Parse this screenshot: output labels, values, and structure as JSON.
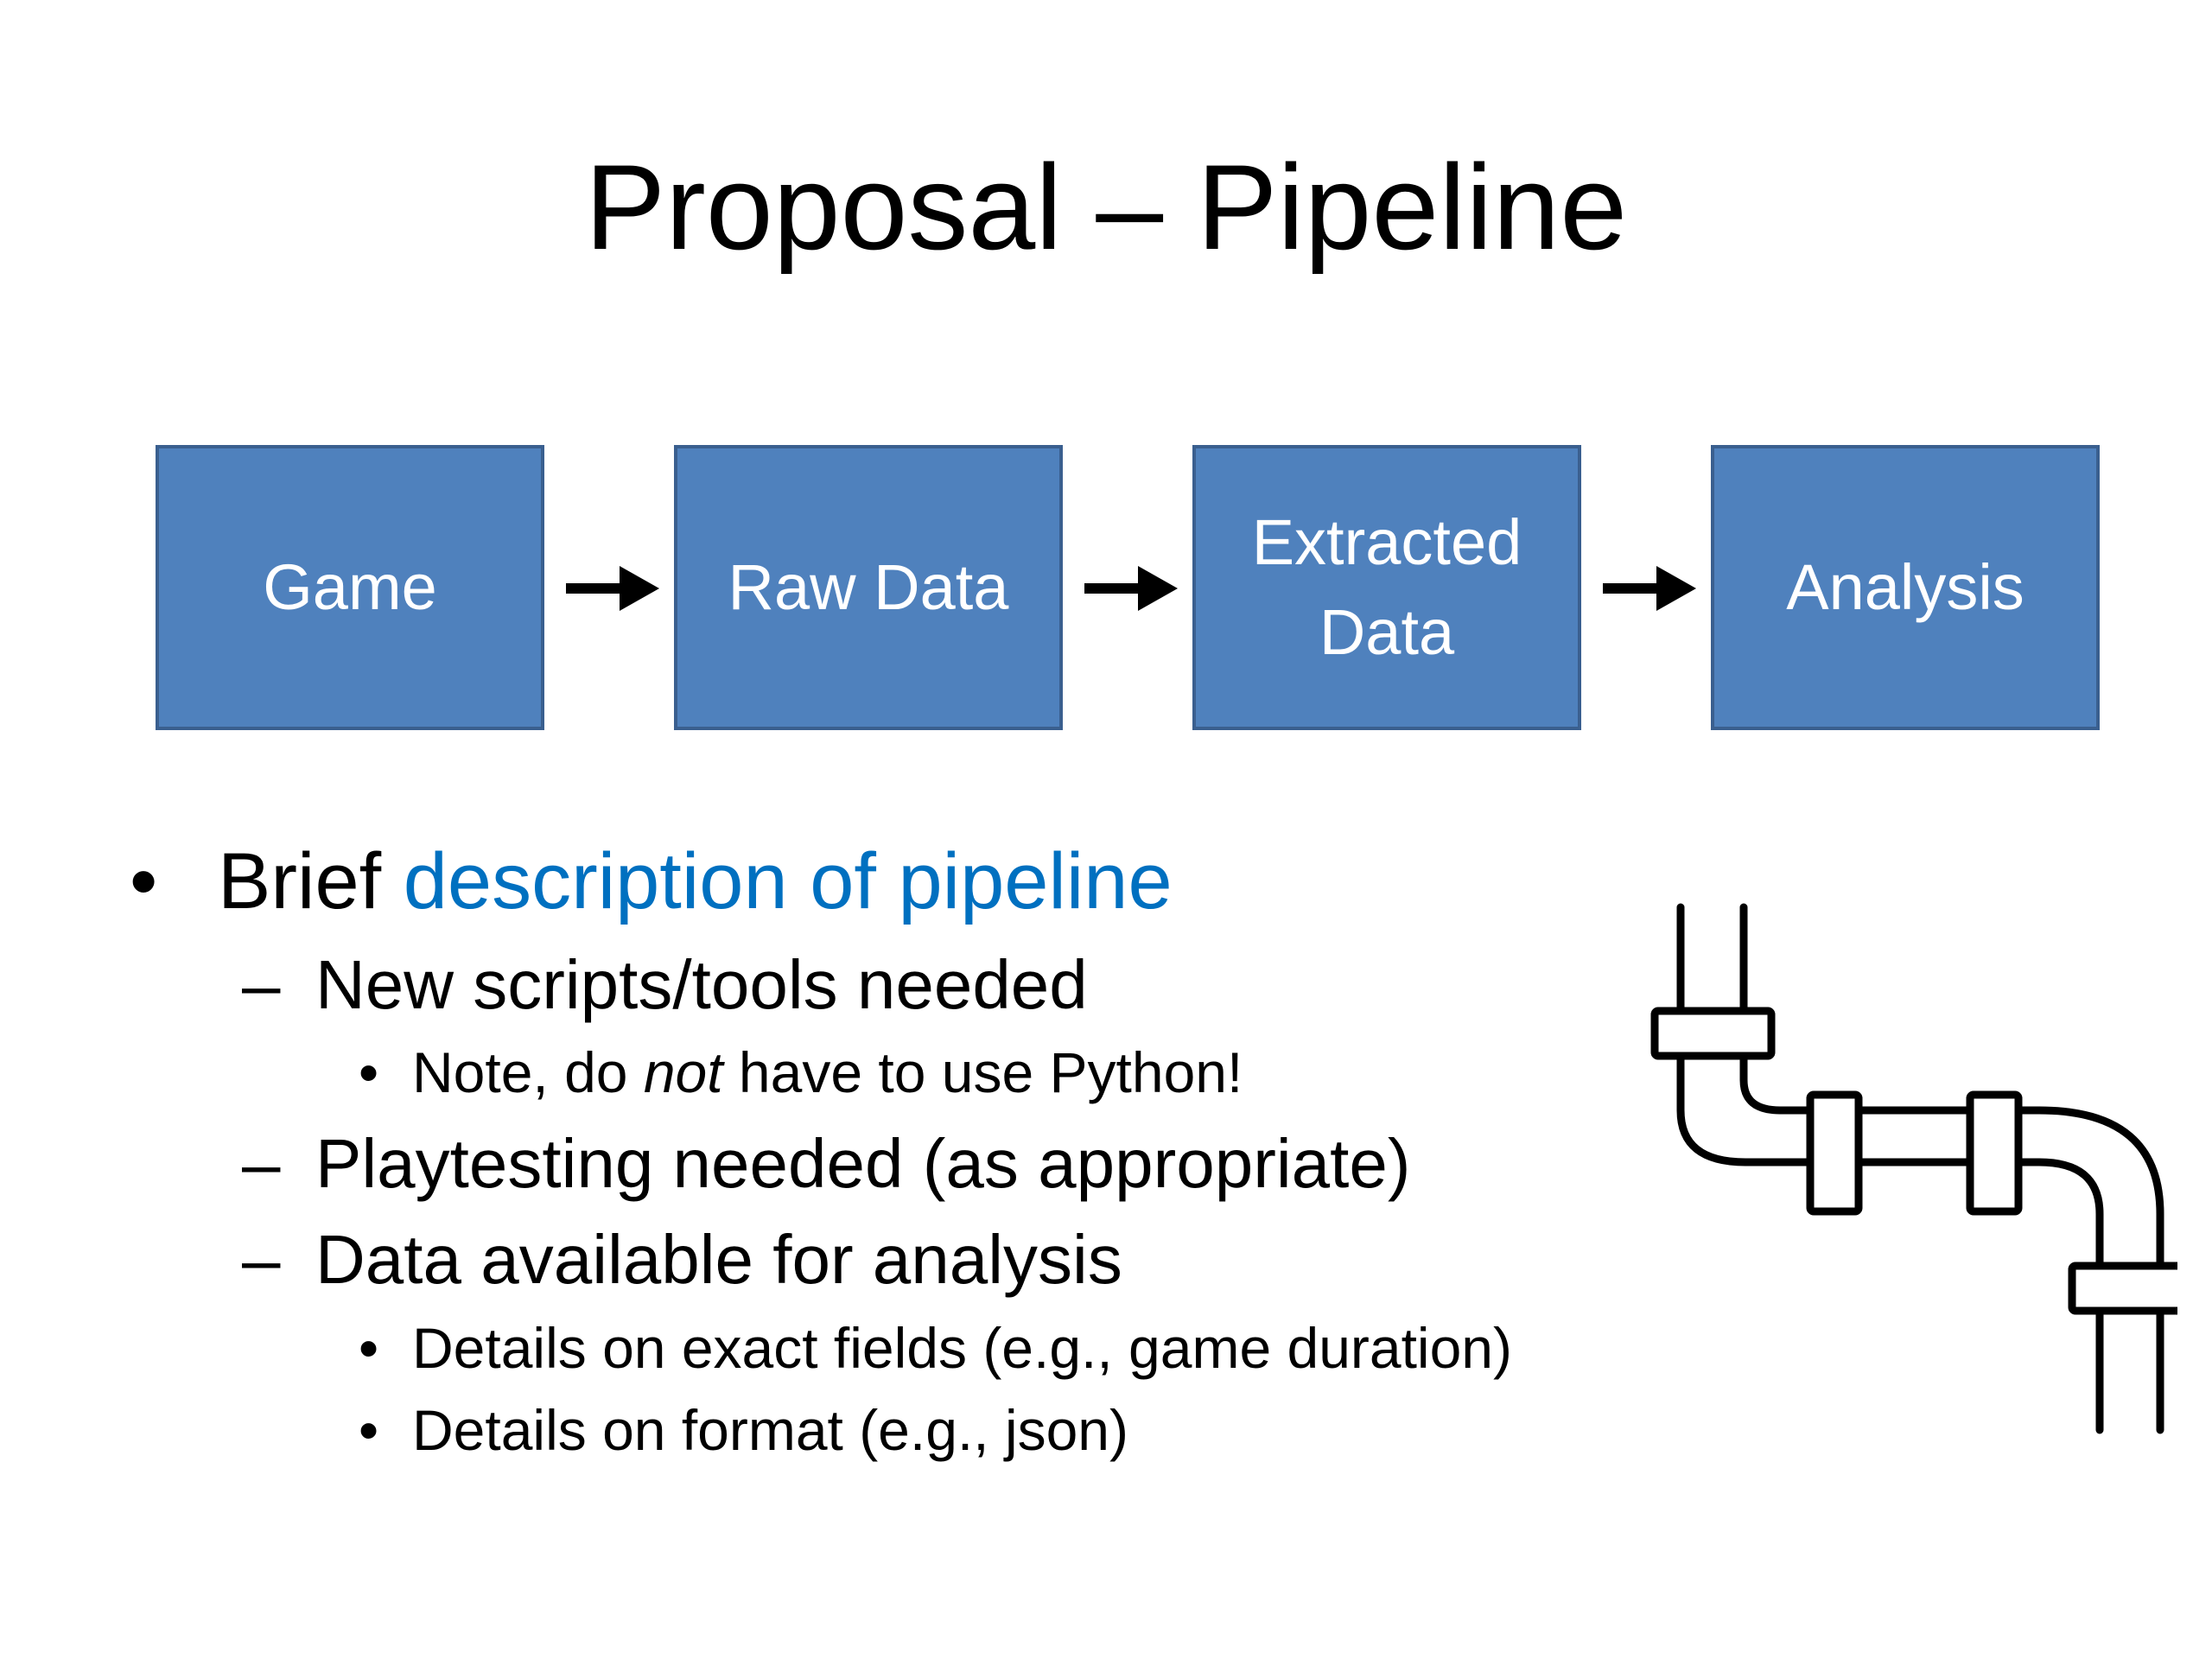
{
  "slide": {
    "title": "Proposal – Pipeline",
    "flow": [
      {
        "label": "Game"
      },
      {
        "label": "Raw Data"
      },
      {
        "label": "Extracted Data"
      },
      {
        "label": "Analysis"
      }
    ],
    "bullets": {
      "b1_prefix": "Brief ",
      "b1_accent": "description of pipeline",
      "b1_1": "New scripts/tools needed",
      "b1_1_1_a": "Note, do ",
      "b1_1_1_em": "not",
      "b1_1_1_b": " have to use Python!",
      "b1_2": "Playtesting needed (as appropriate)",
      "b1_3": "Data available for analysis",
      "b1_3_1": "Details on exact fields (e.g., game duration)",
      "b1_3_2": "Details on format (e.g., json)"
    },
    "markers": {
      "bullet": "•",
      "dash": "–"
    },
    "colors": {
      "box_fill": "#4f81bd",
      "box_border": "#3a5f8f",
      "accent_text": "#0070c0"
    },
    "icons": [
      "arrow-right-icon",
      "pipe-icon"
    ]
  }
}
